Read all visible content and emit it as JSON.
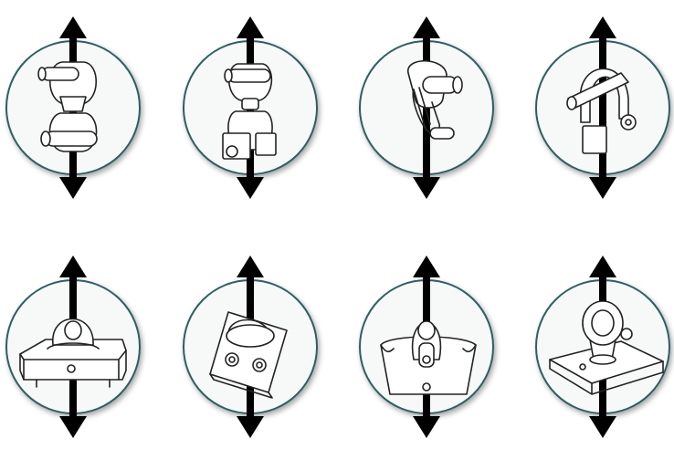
{
  "colors": {
    "circle_fill": "#f7f8f8",
    "circle_stroke": "#2f5f63",
    "arrow": "#000000",
    "line_art": "#222222"
  },
  "rows": [
    {
      "items": [
        {
          "name": "swivel-shackle-pair",
          "icon": "double-swivel-icon"
        },
        {
          "name": "swivel-with-bracket",
          "icon": "swivel-bracket-icon"
        },
        {
          "name": "shackle-with-link",
          "icon": "shackle-link-icon"
        },
        {
          "name": "bow-shackle-on-pin",
          "icon": "bow-shackle-icon"
        }
      ]
    },
    {
      "items": [
        {
          "name": "eye-on-block",
          "icon": "eye-block-icon"
        },
        {
          "name": "eye-on-plate-bolted",
          "icon": "eye-plate-icon"
        },
        {
          "name": "eye-on-curved-plate",
          "icon": "eye-curved-plate-icon"
        },
        {
          "name": "swivel-eye-on-plate",
          "icon": "swivel-eye-plate-icon"
        }
      ]
    }
  ]
}
